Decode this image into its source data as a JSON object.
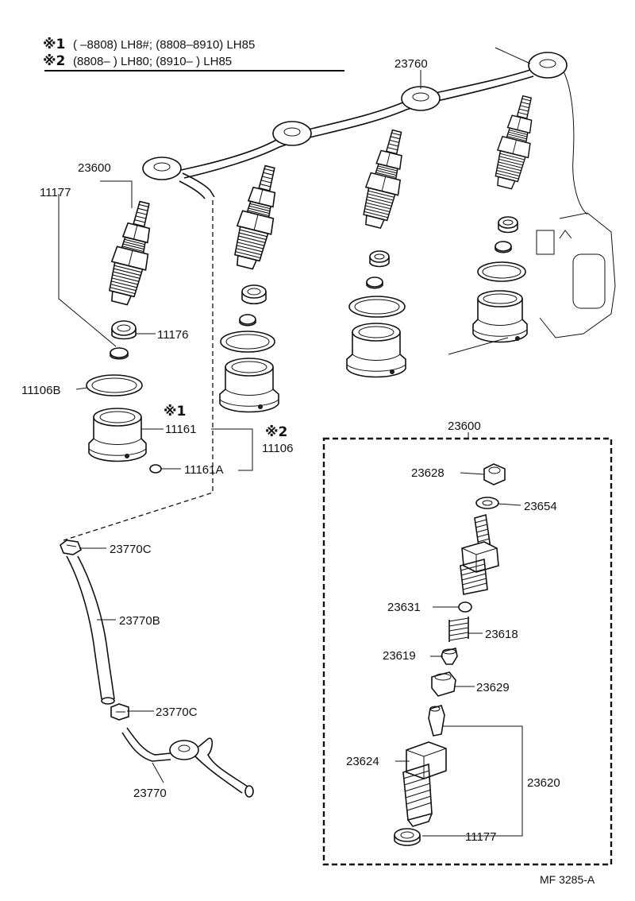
{
  "header": {
    "note1_mark": "※1",
    "note1_text": "(       –8808) LH8#; (8808–8910) LH85",
    "note2_mark": "※2",
    "note2_text": "(8808–        ) LH80; (8910–        ) LH85"
  },
  "labels": {
    "p23760": "23760",
    "p23600_top": "23600",
    "p11177_top": "11177",
    "p11176": "11176",
    "p11106B": "11106B",
    "mark1": "※1",
    "p11161": "11161",
    "mark2": "※2",
    "p11106": "11106",
    "p11161A": "11161A",
    "p23770C_a": "23770C",
    "p23770B": "23770B",
    "p23770C_b": "23770C",
    "p23770": "23770",
    "p23600_box": "23600",
    "p23628": "23628",
    "p23654": "23654",
    "p23631": "23631",
    "p23618": "23618",
    "p23619": "23619",
    "p23629": "23629",
    "p23624": "23624",
    "p23620": "23620",
    "p11177_box": "11177"
  },
  "footer": {
    "code": "MF  3285-A"
  }
}
